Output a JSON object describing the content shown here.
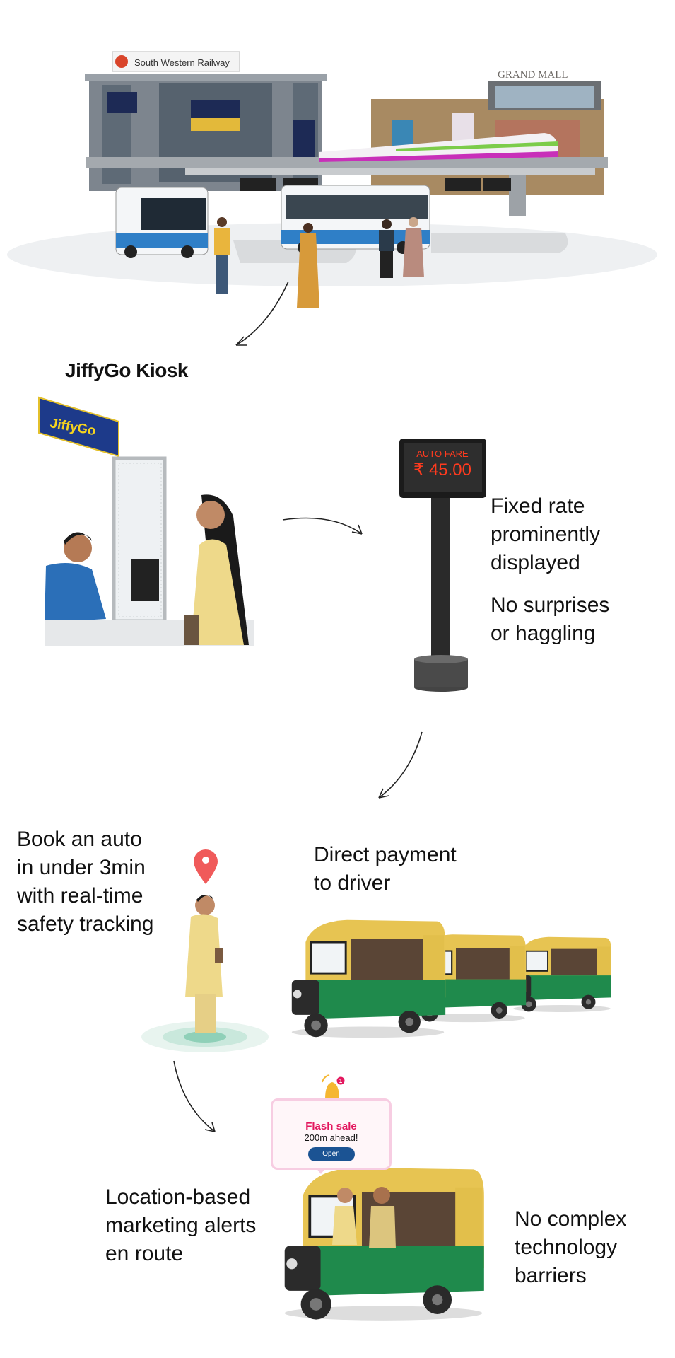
{
  "scene": {
    "railway_sign": "South Western Railway",
    "mall_sign": "GRAND MALL"
  },
  "kiosk": {
    "title": "JiffyGo Kiosk",
    "sign_text": "JiffyGo"
  },
  "fare_display": {
    "label": "AUTO FARE",
    "amount": "₹ 45.00"
  },
  "captions": {
    "fixed_rate": [
      "Fixed rate",
      "prominently",
      "displayed"
    ],
    "no_surprises": [
      "No surprises",
      "or haggling"
    ],
    "book_auto": [
      "Book an auto",
      "in under 3min",
      "with real-time",
      "safety tracking"
    ],
    "direct_payment": [
      "Direct payment",
      "to driver"
    ],
    "location_marketing": [
      "Location-based",
      "marketing alerts",
      "en route"
    ],
    "no_complex": [
      "No complex",
      "technology",
      "barriers"
    ]
  },
  "notification": {
    "badge_count": "1",
    "title": "Flash sale",
    "message": "200m ahead!",
    "button_label": "Open"
  },
  "colors": {
    "pin": "#f05a5a",
    "flash_sale": "#e3175e",
    "open_button": "#1b5393",
    "kiosk_sign_bg": "#1d3a8a",
    "kiosk_sign_text": "#f5d31f",
    "auto_green": "#1f8a4c",
    "auto_yellow": "#e7c452",
    "fare_led": "#ff3b1f"
  }
}
